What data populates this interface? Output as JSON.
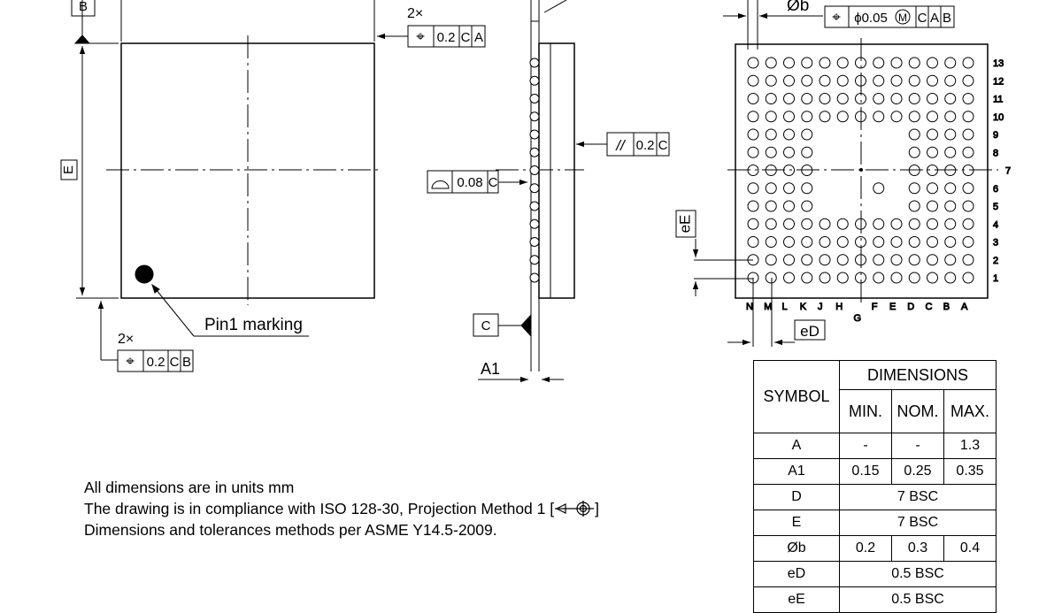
{
  "front_view": {
    "datum_b": "B",
    "dim_e_label": "E",
    "pin1_label": "Pin1 marking",
    "top_fcf": {
      "count": "2×",
      "symbol": "⌖",
      "tolerance": "0.2",
      "datums": [
        "C",
        "A"
      ]
    },
    "bottom_fcf": {
      "count": "2×",
      "symbol": "⌖",
      "tolerance": "0.2",
      "datums": [
        "C",
        "B"
      ]
    }
  },
  "side_view": {
    "parallelism_fcf": {
      "symbol": "//",
      "tolerance": "0.2",
      "datums": [
        "C"
      ]
    },
    "profile_fcf": {
      "symbol": "⌓",
      "tolerance": "0.08",
      "datums": [
        "C"
      ]
    },
    "datum_c": "C",
    "a1_label": "A1"
  },
  "bottom_view": {
    "ball_label": "Øb",
    "ball_fcf": {
      "symbol": "⌖",
      "tolerance": "ϕ0.05",
      "modifier": "M",
      "datums": [
        "C",
        "A",
        "B"
      ]
    },
    "row_labels": [
      "13",
      "12",
      "11",
      "10",
      "9",
      "8",
      "7",
      "6",
      "5",
      "4",
      "3",
      "2",
      "1"
    ],
    "column_labels": [
      "N",
      "M",
      "L",
      "K",
      "J",
      "H",
      "G",
      "F",
      "E",
      "D",
      "C",
      "B",
      "A"
    ],
    "ee_label": "eE",
    "ed_label": "eD"
  },
  "notes": [
    "All dimensions are in units mm",
    "The drawing is in compliance with ISO 128-30, Projection Method 1 [",
    "Dimensions and tolerances methods per ASME Y14.5-2009."
  ],
  "notes_suffix": "]",
  "table": {
    "title": "DIMENSIONS",
    "symbol_header": "SYMBOL",
    "headers": [
      "MIN.",
      "NOM.",
      "MAX."
    ],
    "rows": [
      {
        "symbol": "A",
        "min": "-",
        "nom": "-",
        "max": "1.3"
      },
      {
        "symbol": "A1",
        "min": "0.15",
        "nom": "0.25",
        "max": "0.35"
      },
      {
        "symbol": "D",
        "span": "7 BSC"
      },
      {
        "symbol": "E",
        "span": "7 BSC"
      },
      {
        "symbol": "Øb",
        "min": "0.2",
        "nom": "0.3",
        "max": "0.4"
      },
      {
        "symbol": "eD",
        "span": "0.5 BSC"
      },
      {
        "symbol": "eE",
        "span": "0.5 BSC"
      }
    ]
  }
}
